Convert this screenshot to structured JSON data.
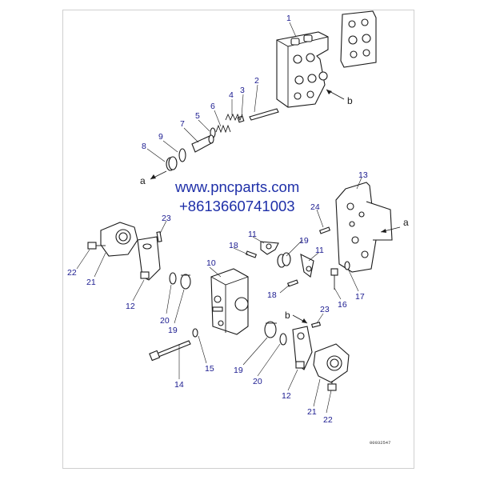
{
  "diagram": {
    "callouts": {
      "c1": "1",
      "c2": "2",
      "c3": "3",
      "c4": "4",
      "c5": "5",
      "c6": "6",
      "c7": "7",
      "c8": "8",
      "c9": "9",
      "c10": "10",
      "c11a": "11",
      "c11b": "11",
      "c12a": "12",
      "c12b": "12",
      "c13": "13",
      "c14": "14",
      "c15": "15",
      "c16": "16",
      "c17": "17",
      "c18a": "18",
      "c18b": "18",
      "c19a": "19",
      "c19b": "19",
      "c19c": "19",
      "c20a": "20",
      "c20b": "20",
      "c21a": "21",
      "c21b": "21",
      "c22a": "22",
      "c22b": "22",
      "c23a": "23",
      "c23b": "23",
      "c24": "24"
    },
    "flow_markers": {
      "a_left": "a",
      "a_right": "a",
      "b_top": "b",
      "b_bottom": "b"
    },
    "watermark": {
      "website": "www.pncparts.com",
      "phone": "+8613660741003"
    },
    "drawing_number": "00032547"
  },
  "colors": {
    "callout": "#1a1a8f",
    "watermark": "#1e2fa8",
    "lines": "#1a1a1a"
  }
}
